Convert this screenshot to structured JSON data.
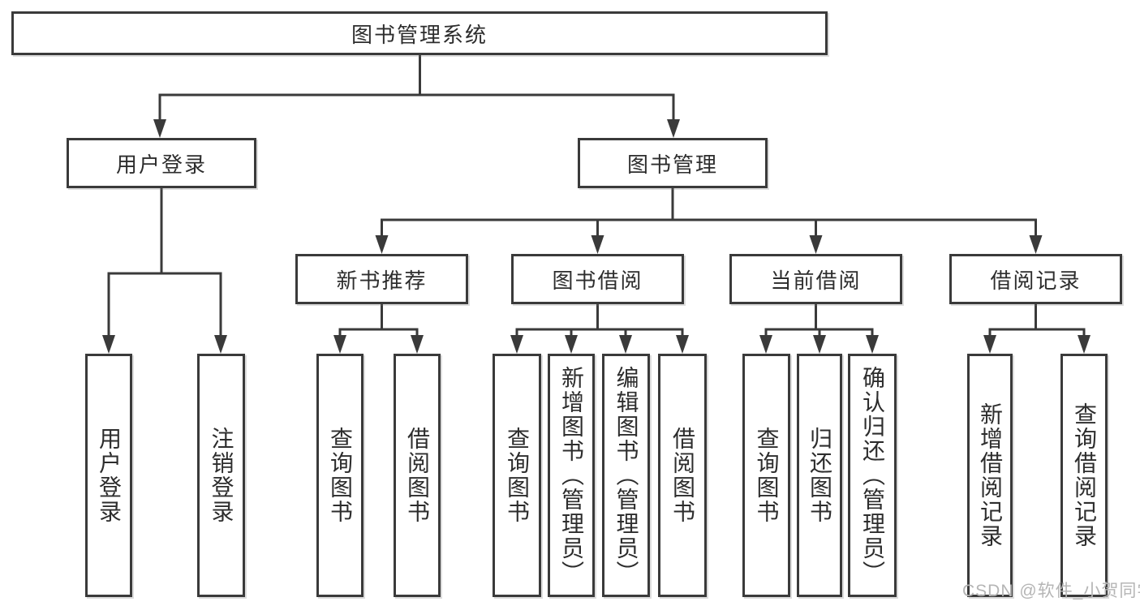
{
  "diagram": {
    "nodes": {
      "root": "图书管理系统",
      "login_group": "用户登录",
      "book_mgmt": "图书管理",
      "user_login": "用户登录",
      "logout": "注销登录",
      "rec": "新书推荐",
      "borrow": "图书借阅",
      "current": "当前借阅",
      "records": "借阅记录",
      "rec_query": "查询图书",
      "rec_borrow": "借阅图书",
      "borrow_query": "查询图书",
      "borrow_add": "新增图书（管理员）",
      "borrow_edit": "编辑图书（管理员）",
      "borrow_borrow": "借阅图书",
      "cur_query": "查询图书",
      "cur_return": "归还图书",
      "cur_confirm": "确认归还（管理员）",
      "records_add": "新增借阅记录",
      "records_query": "查询借阅记录"
    },
    "colors": {
      "line": "#3a3a3a",
      "text": "#2d2d2d",
      "background": "#ffffff",
      "watermark_text": "#b5b5b5"
    }
  },
  "watermark": "CSDN @软件_小贺同学"
}
